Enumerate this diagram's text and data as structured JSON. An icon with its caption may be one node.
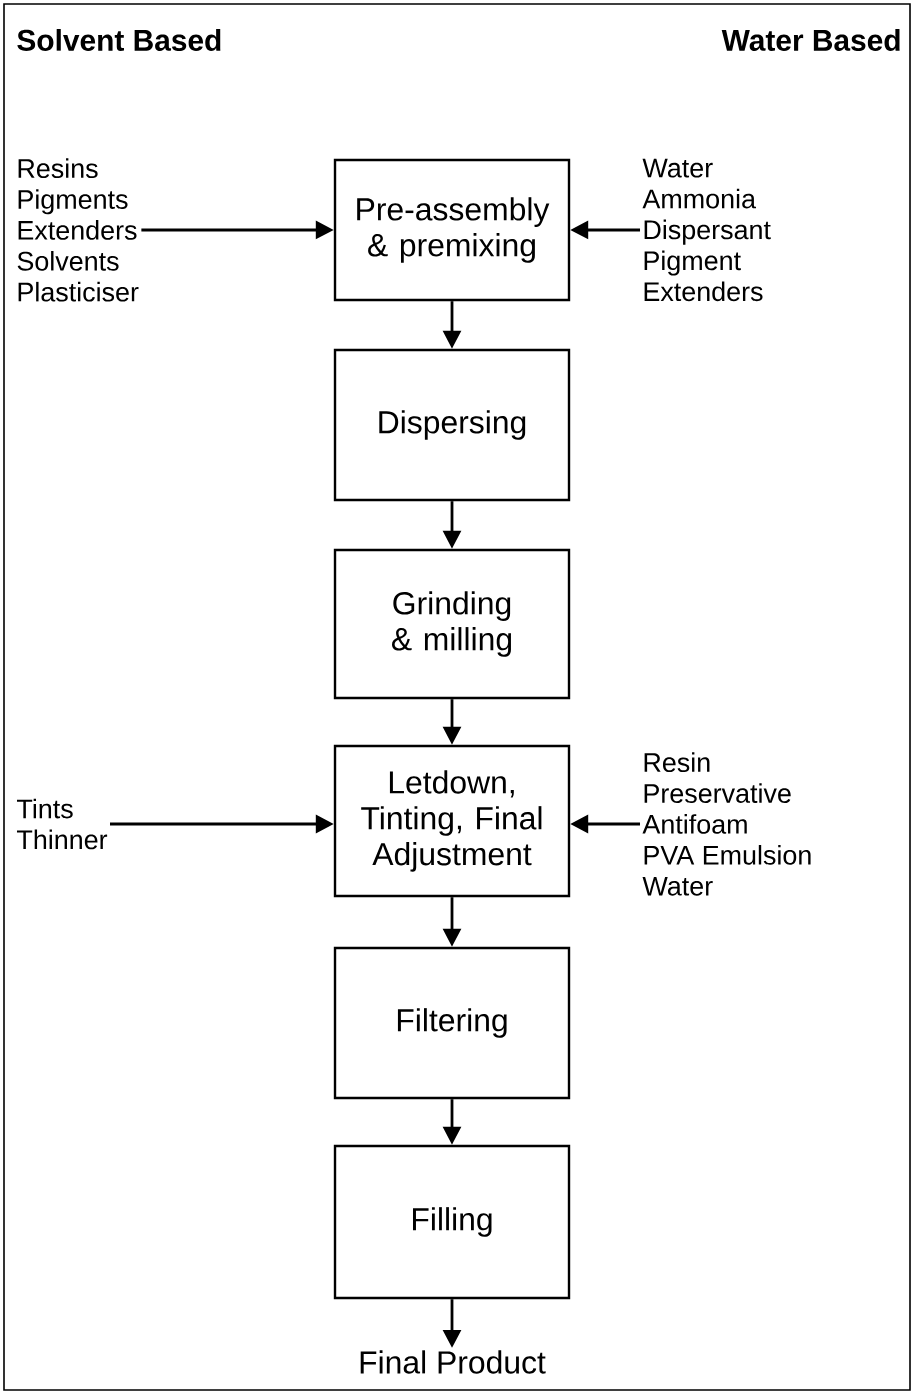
{
  "diagram": {
    "nodes": [
      {
        "text": [
          "Resins",
          "Pigments",
          "Extenders",
          "Solvents",
          "Plasticiser"
        ]
      },
      {
        "text": [
          "Pre-assembly & premixing"
        ]
      },
      {
        "text": [
          "Water",
          "Ammonia",
          "Dispersant",
          "Pigment",
          "Extenders"
        ]
      },
      {
        "text": [
          "Dispersing"
        ]
      },
      {
        "text": [
          "Grinding & milling"
        ]
      },
      {
        "text": [
          "Tints",
          "Thinner"
        ]
      },
      {
        "text": [
          "Letdown, Tinting, Final Adjustment"
        ]
      },
      {
        "text": [
          "Resin",
          "Preservative",
          "Antifoam",
          "PVA Emulsion",
          "Water"
        ]
      },
      {
        "text": [
          "Filtering"
        ]
      },
      {
        "text": [
          "Filling"
        ]
      },
      {
        "text": [
          "Final Product"
        ]
      }
    ],
    "edges": [
      {
        "from": 0,
        "to": 1,
        "arrow": "to"
      },
      {
        "from": 2,
        "to": 1,
        "arrow": "to"
      },
      {
        "from": 1,
        "to": 3,
        "arrow": "to"
      },
      {
        "from": 3,
        "to": 4,
        "arrow": "to"
      },
      {
        "from": 4,
        "to": 6,
        "arrow": "to"
      },
      {
        "from": 5,
        "to": 6,
        "arrow": "to"
      },
      {
        "from": 7,
        "to": 6,
        "arrow": "to"
      },
      {
        "from": 6,
        "to": 8,
        "arrow": "to"
      },
      {
        "from": 8,
        "to": 9,
        "arrow": "to"
      },
      {
        "from": 9,
        "to": 10,
        "arrow": "to"
      }
    ],
    "labels": [
      "Solvent Based",
      "Water Based"
    ]
  }
}
